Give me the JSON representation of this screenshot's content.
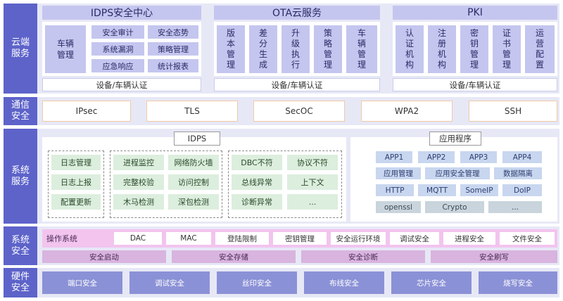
{
  "layers": {
    "cloud": [
      "云端",
      "服务"
    ],
    "comm": [
      "通信",
      "安全"
    ],
    "sys_service": [
      "系统",
      "服务"
    ],
    "sys_security": [
      "系统",
      "安全"
    ],
    "hardware": [
      "硬件",
      "安全"
    ]
  },
  "cloud": {
    "idps_center": {
      "title": "IDPS安全中心",
      "vehicle_mgmt": [
        "车辆",
        "管理"
      ],
      "items": [
        "安全审计",
        "安全态势",
        "系统漏洞",
        "策略管理",
        "应急响应",
        "统计报表"
      ],
      "auth": "设备/车辆认证"
    },
    "ota": {
      "title": "OTA云服务",
      "items": [
        "版本管理",
        "差分生成",
        "升级执行",
        "策略管理",
        "车辆管理"
      ],
      "auth": "设备/车辆认证"
    },
    "pki": {
      "title": "PKI",
      "items": [
        "认证机构",
        "注册机构",
        "密钥管理",
        "证书管理",
        "运营配置"
      ],
      "auth": "设备/车辆认证"
    }
  },
  "comm": {
    "protocols": [
      "IPsec",
      "TLS",
      "SecOC",
      "WPA2",
      "SSH"
    ]
  },
  "sys_service": {
    "idps": {
      "title": "IDPS",
      "group1": [
        "日志管理",
        "日志上报",
        "配置更新"
      ],
      "group2": [
        "进程监控",
        "网络防火墙",
        "完整校验",
        "访问控制",
        "木马检测",
        "深包检测"
      ],
      "group3": [
        "DBC不符",
        "协议不符",
        "总线异常",
        "上下文",
        "诊断异常",
        "..."
      ]
    },
    "apps": {
      "title": "应用程序",
      "row1": [
        "APP1",
        "APP2",
        "APP3",
        "APP4"
      ],
      "row2": [
        "应用管理",
        "应用安全管理",
        "数据隔离"
      ],
      "row3": [
        "HTTP",
        "MQTT",
        "SomeIP",
        "DoIP"
      ],
      "row4": [
        "openssl",
        "Crypto",
        "..."
      ]
    }
  },
  "sys_security": {
    "os_label": "操作系统",
    "os_items": [
      "DAC",
      "MAC",
      "登陆限制",
      "密钥管理",
      "安全运行环境",
      "调试安全",
      "进程安全",
      "文件安全"
    ],
    "row2": [
      "安全启动",
      "安全存储",
      "安全诊断",
      "安全刷写"
    ]
  },
  "hardware": {
    "items": [
      "端口安全",
      "调试安全",
      "丝印安全",
      "布线安全",
      "芯片安全",
      "烧写安全"
    ]
  },
  "colors": {
    "label": "#5d63c9",
    "band": "#e7e8f6",
    "module": "#c4c6ef",
    "protocol_border": "#f0c9a6",
    "idps_item": "#dceedd",
    "app_item": "#c8d6ef",
    "os_bar": "#f2c4ee",
    "security_item": "#d8b4de",
    "hardware_item": "#8b91d6"
  }
}
